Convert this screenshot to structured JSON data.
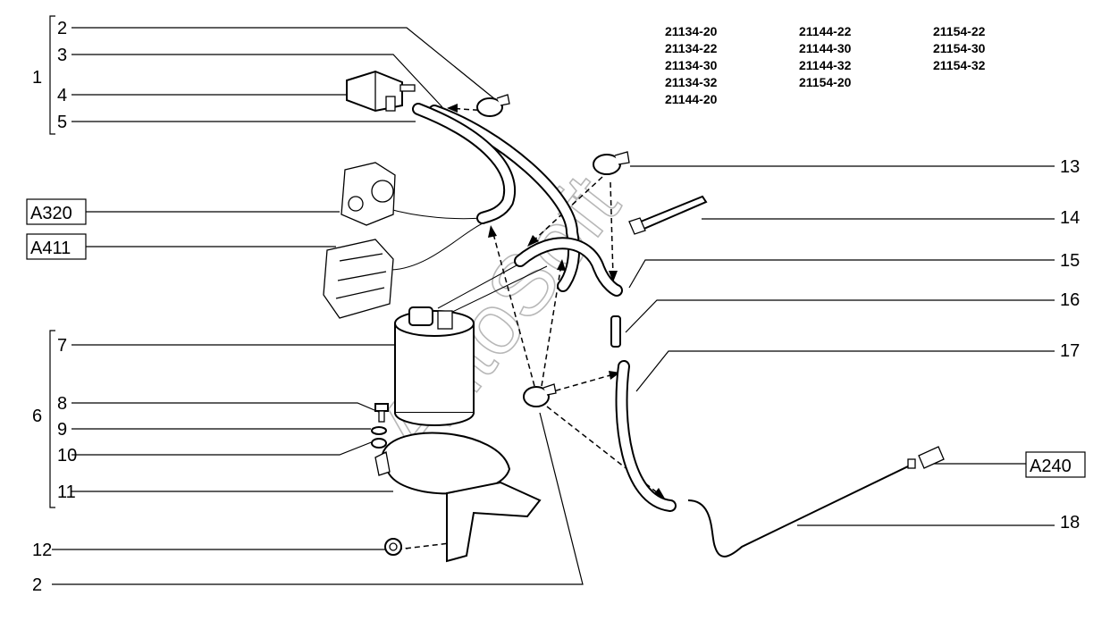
{
  "watermark": "AutoSoft",
  "models": {
    "col1": [
      "21134-20",
      "21134-22",
      "21134-30",
      "21134-32",
      "21144-20"
    ],
    "col2": [
      "21144-22",
      "21144-30",
      "21144-32",
      "21154-20"
    ],
    "col3": [
      "21154-22",
      "21154-30",
      "21154-32"
    ]
  },
  "callouts": {
    "c1": "1",
    "c2": "2",
    "c3": "3",
    "c4": "4",
    "c5": "5",
    "c6": "6",
    "c7": "7",
    "c8": "8",
    "c9": "9",
    "c10": "10",
    "c11": "11",
    "c12": "12",
    "c2b": "2",
    "c13": "13",
    "c14": "14",
    "c15": "15",
    "c16": "16",
    "c17": "17",
    "c18": "18"
  },
  "refs": {
    "a320": "A320",
    "a411": "A411",
    "a240": "A240"
  }
}
